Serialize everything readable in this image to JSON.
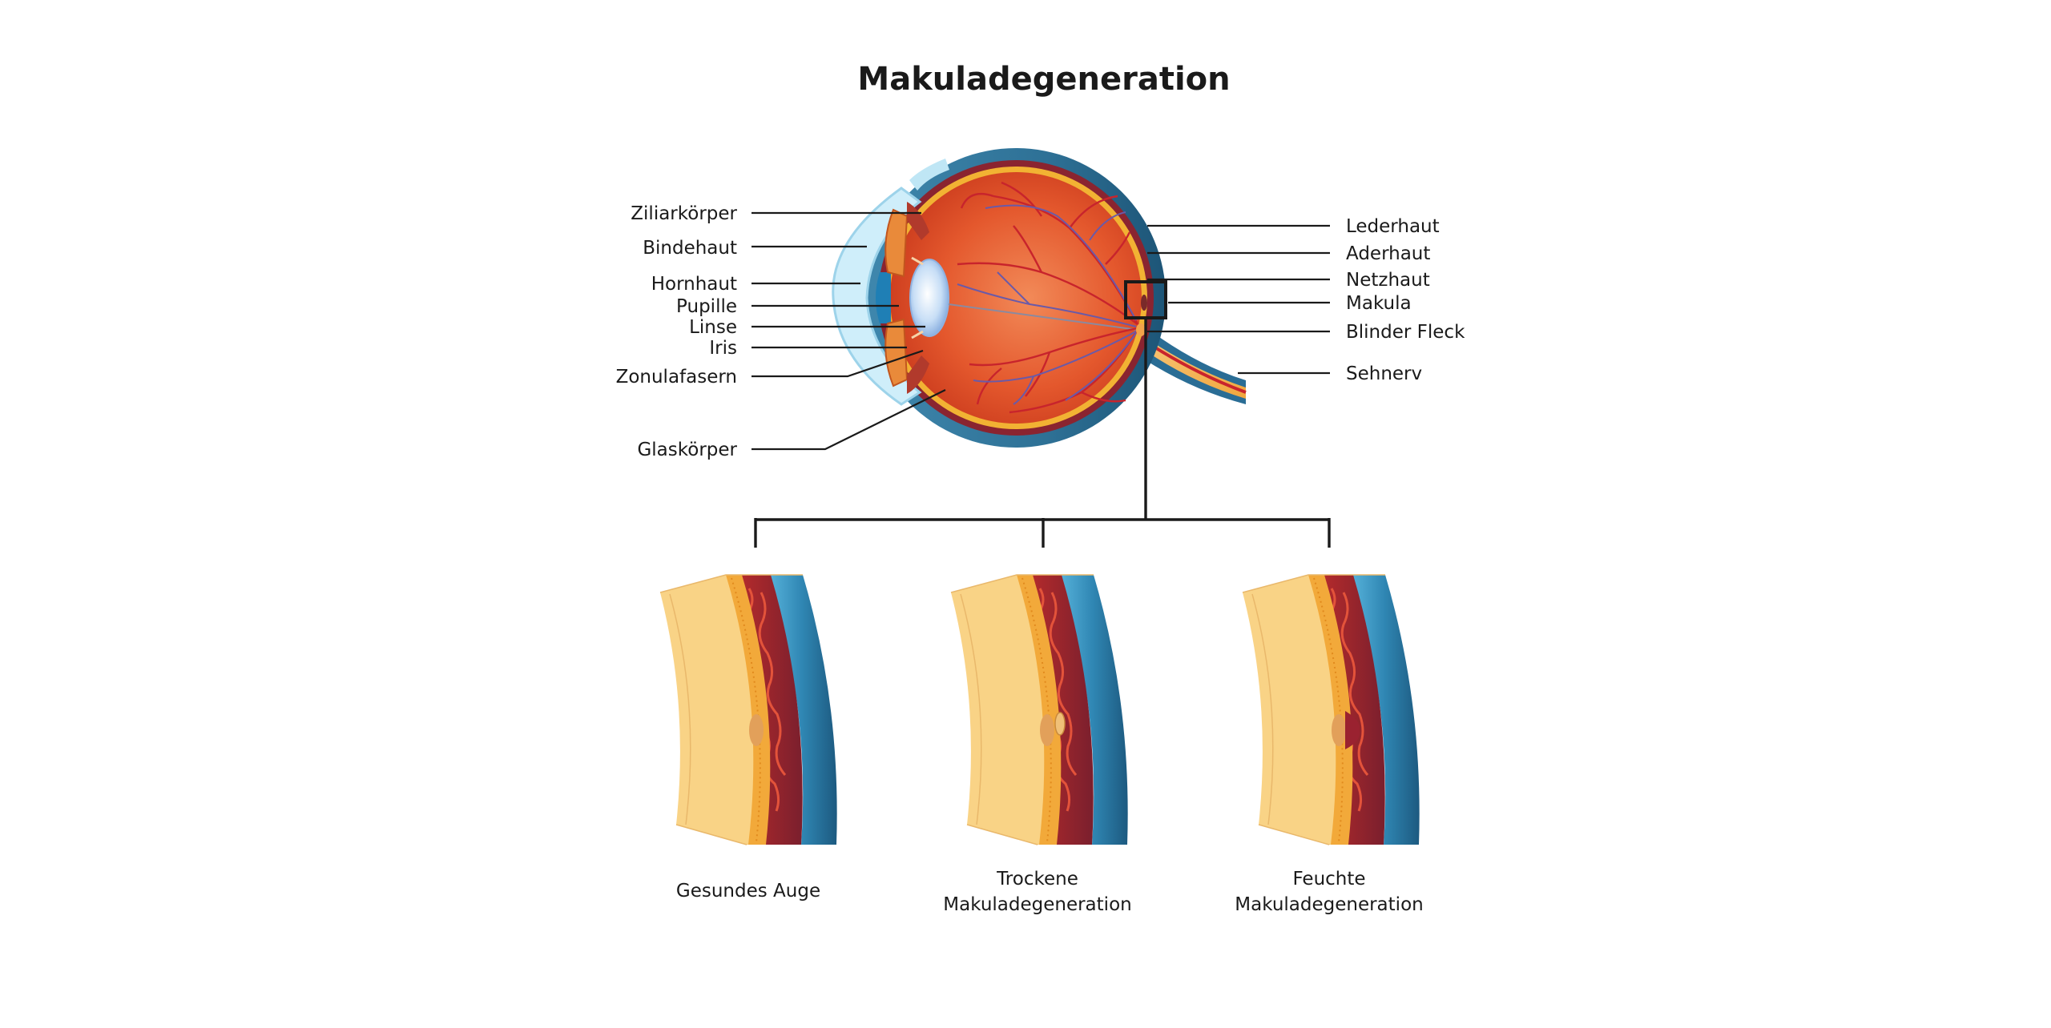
{
  "title": "Makuladegeneration",
  "labels_left": [
    "Ziliarkörper",
    "Bindehaut",
    "Hornhaut",
    "Pupille",
    "Linse",
    "Iris",
    "Zonulafasern",
    "Glaskörper"
  ],
  "labels_right": [
    "Lederhaut",
    "Aderhaut",
    "Netzhaut",
    "Makula",
    "Blinder Fleck",
    "Sehnerv"
  ],
  "panels": [
    {
      "caption": [
        "Gesundes Auge"
      ]
    },
    {
      "caption": [
        "Trockene",
        "Makuladegeneration"
      ]
    },
    {
      "caption": [
        "Feuchte",
        "Makuladegeneration"
      ]
    }
  ],
  "colors": {
    "sclera_blue": "#2f6f93",
    "retina_orange": "#e0552c",
    "choroid_red": "#8a2430",
    "vitreous_yellow": "#f8d185",
    "retina_yellow": "#f2b233",
    "vessel_red": "#c8242c",
    "vessel_blue": "#6a5aa8",
    "cornea_blue": "#bfe6f5"
  }
}
